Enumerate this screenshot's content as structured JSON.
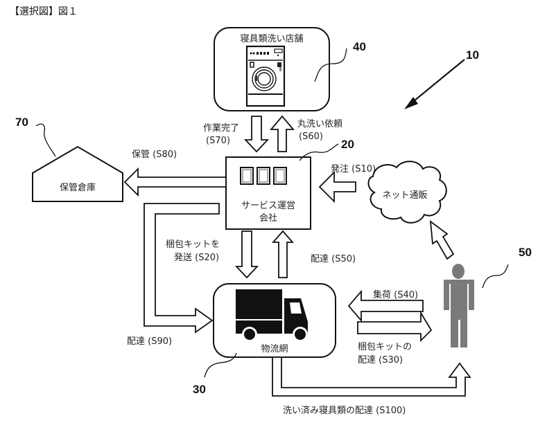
{
  "figure_title": "【選択図】図１",
  "system_ref": "10",
  "nodes": {
    "laundry_shop": {
      "label": "寝具類洗い店舗",
      "ref": "40"
    },
    "service_company": {
      "label_line1": "サービス運営",
      "label_line2": "会社",
      "ref": "20"
    },
    "logistics": {
      "label": "物流網",
      "ref": "30"
    },
    "warehouse": {
      "label": "保管倉庫",
      "ref": "70"
    },
    "online_shop": {
      "label": "ネット通販"
    },
    "customer": {
      "ref": "50"
    }
  },
  "flows": {
    "s10": {
      "label": "発注 (S10)"
    },
    "s20": {
      "line1": "梱包キットを",
      "line2": "発送 (S20)"
    },
    "s30": {
      "line1": "梱包キットの",
      "line2": "配達 (S30)"
    },
    "s40": {
      "label": "集荷 (S40)"
    },
    "s50": {
      "label": "配達 (S50)"
    },
    "s60": {
      "line1": "丸洗い依頼",
      "line2": "(S60)"
    },
    "s70": {
      "line1": "作業完了",
      "line2": "(S70)"
    },
    "s80": {
      "label": "保管 (S80)"
    },
    "s90": {
      "label": "配達 (S90)"
    },
    "s100": {
      "label": "洗い済み寝具類の配達 (S100)"
    }
  },
  "colors": {
    "line": "#111111",
    "person": "#7a7a7a"
  }
}
